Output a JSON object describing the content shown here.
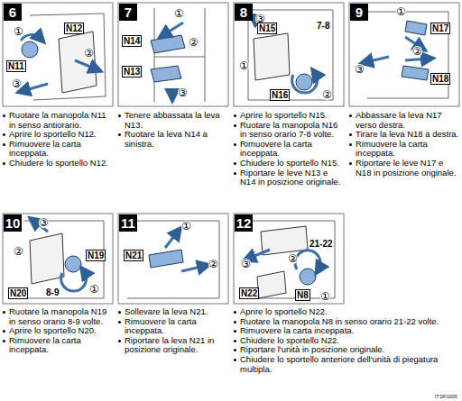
{
  "diagram": {
    "nodes": [
      {
        "text": [
          "6"
        ]
      },
      {
        "text": [
          "7"
        ]
      },
      {
        "text": [
          "8"
        ]
      },
      {
        "text": [
          "9"
        ]
      },
      {
        "text": [
          "10"
        ]
      },
      {
        "text": [
          "11"
        ]
      },
      {
        "text": [
          "12"
        ]
      }
    ],
    "labels": [
      "①",
      "N12",
      "②",
      "N11",
      "③",
      "Ruotare la manopola N11 in senso antiorario.",
      "Aprire lo sportello N12.",
      "Rimuovere la carta inceppata.",
      "Chiudere lo sportello N12.",
      "①",
      "N14",
      "②",
      "N13",
      "③",
      "Tenere abbassata la leva N13.",
      "Ruotare la leva N14 a sinistra.",
      "③",
      "N15",
      "7-8",
      "①",
      "N16",
      "②",
      "Aprire lo sportello N15.",
      "Ruotare la manopola N16 in senso orario 7-8 volte.",
      "Rimuovere la carta inceppata.",
      "Chiudere lo sportello N15.",
      "Riportare le leve N13 e N14 in posizione originale.",
      "①",
      "N17",
      "②",
      "③",
      "N18",
      "Abbassare la leva N17 verso destra.",
      "Tirare la leva N18 a destra.",
      "Rimuovere la carta inceppata.",
      "Riportare le leve N17 e N18 in posizione originale.",
      "③",
      "②",
      "N19",
      "N20",
      "8-9",
      "①",
      "Ruotare la manopola N19 in senso orario 8-9 volte.",
      "Aprire lo sportello N20.",
      "Rimuovere la carta inceppata.",
      "①",
      "N21",
      "②",
      "Sollevare la leva N21.",
      "Rimuovere la carta inceppata.",
      "Riportare la leva N21 in posizione originale.",
      "21-22",
      "③",
      "②",
      "①",
      "N22",
      "N8",
      "Aprire lo sportello N22.",
      "Ruotare la manopola N8 in senso orario 21-22 volte.",
      "Rimuovere la carta inceppata.",
      "Chiudere lo sportello N22.",
      "Riportare l'unità in posizione originale.",
      "Chiudere lo sportello anteriore dell'unità di piegatura multipla.",
      "IT DFG009"
    ]
  }
}
